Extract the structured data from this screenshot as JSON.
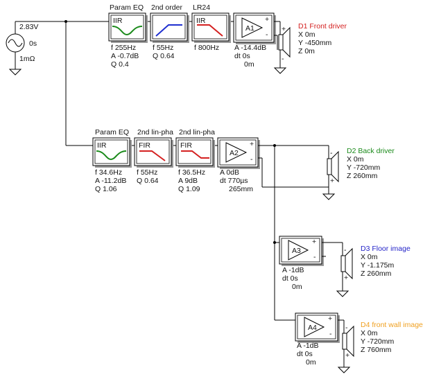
{
  "source": {
    "voltage": "2.83V",
    "delay": "0s",
    "impedance": "1mΩ"
  },
  "chain1": {
    "blocks": [
      {
        "title": "Param EQ",
        "tag": "IIR",
        "params": [
          "f   255Hz",
          "A  -0.7dB",
          "Q  0.4"
        ]
      },
      {
        "title": "2nd order",
        "tag": "",
        "params": [
          "f   55Hz",
          "Q  0.64"
        ]
      },
      {
        "title": "LR24",
        "tag": "IIR",
        "params": [
          "f   800Hz"
        ]
      }
    ],
    "amp": {
      "label": "A1",
      "params": [
        "A  -14.4dB",
        "dt 0s",
        "0m"
      ]
    },
    "driver": {
      "name": "D1 Front driver",
      "coords": [
        "X  0m",
        "Y  -450mm",
        "Z  0m"
      ]
    }
  },
  "chain2": {
    "blocks": [
      {
        "title": "Param EQ",
        "tag": "IIR",
        "params": [
          "f   34.6Hz",
          "A  -11.2dB",
          "Q  1.06"
        ]
      },
      {
        "title": "2nd lin-pha",
        "tag": "FIR",
        "params": [
          "f   55Hz",
          "Q  0.64"
        ]
      },
      {
        "title": "2nd lin-pha",
        "tag": "FIR",
        "params": [
          "f   36.5Hz",
          "A  9dB",
          "Q  1.09"
        ]
      }
    ],
    "amp": {
      "label": "A2",
      "params": [
        "A  0dB",
        "dt 770µs",
        "265mm"
      ]
    },
    "driver": {
      "name": "D2 Back driver",
      "coords": [
        "X  0m",
        "Y  -720mm",
        "Z  260mm"
      ]
    }
  },
  "chain3": {
    "amp": {
      "label": "A3",
      "params": [
        "A  -1dB",
        "dt 0s",
        "0m"
      ]
    },
    "driver": {
      "name": "D3 Floor image",
      "coords": [
        "X  0m",
        "Y  -1.175m",
        "Z  260mm"
      ]
    }
  },
  "chain4": {
    "amp": {
      "label": "A4",
      "params": [
        "A  -1dB",
        "dt 0s",
        "0m"
      ]
    },
    "driver": {
      "name": "D4 front wall image",
      "coords": [
        "X  0m",
        "Y  -720mm",
        "Z  760mm"
      ]
    }
  },
  "colors": {
    "wire": "#000000",
    "eq_curve": "#1a8a1a",
    "hp_curve": "#1f2fd0",
    "lp_curve": "#d42020",
    "d1": "#d42020",
    "d2": "#1a8a1a",
    "d3": "#2323c8",
    "d4": "#f0a020",
    "block_shadow": "#9a9a9a"
  }
}
